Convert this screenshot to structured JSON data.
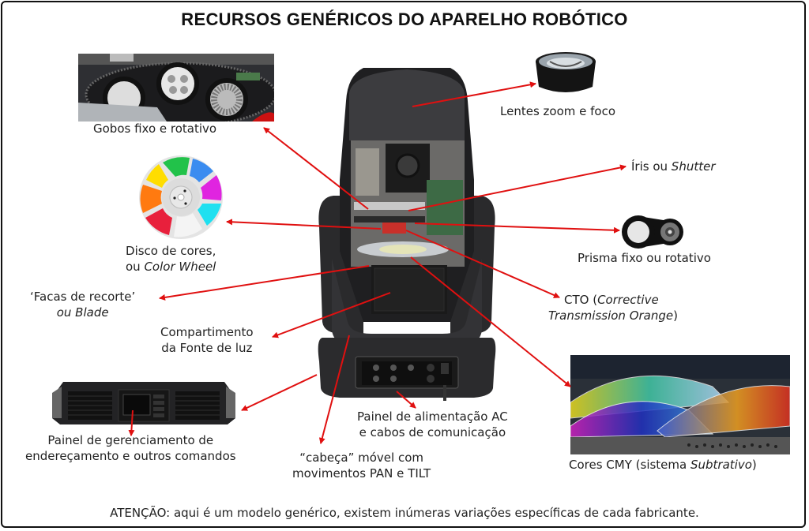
{
  "title": "RECURSOS GENÉRICOS DO APARELHO ROBÓTICO",
  "labels": {
    "gobos": "Gobos fixo e rotativo",
    "lentes": "Lentes zoom e foco",
    "iris_prefix": "Íris ou ",
    "iris_italic": "Shutter",
    "disco_line1": "Disco de cores,",
    "disco_line2_prefix": "ou ",
    "disco_line2_italic": "Color Wheel",
    "prisma": "Prisma fixo ou rotativo",
    "facas_line1": "‘Facas  de recorte’",
    "facas_line2": "ou Blade",
    "cto_prefix": "CTO (",
    "cto_italic1": "Corrective",
    "cto_italic2": "Transmission Orange",
    "cto_suffix": ")",
    "compartimento_line1": "Compartimento",
    "compartimento_line2": "da Fonte de luz",
    "painel_ger_line1": "Painel de gerenciamento de",
    "painel_ger_line2": "endereçamento e outros comandos",
    "painel_ac_line1": "Painel de alimentação AC",
    "painel_ac_line2": "e cabos de comunicação",
    "cabeca_line1": "“cabeça” móvel com",
    "cabeca_line2": "movimentos PAN e TILT",
    "cmy_prefix": "Cores CMY (sistema ",
    "cmy_italic": "Subtrativo",
    "cmy_suffix": ")"
  },
  "footer": "ATENÇÃO: aqui é um modelo genérico, existem inúmeras variações específicas de cada fabricante.",
  "colors": {
    "arrow": "#e01010",
    "border": "#111111",
    "device": "#2b2b2b",
    "color_wheel": [
      "#ffdd00",
      "#22c24a",
      "#3b8cf0",
      "#e024e0",
      "#1fe0f0",
      "#f0f0f0",
      "#e8203c",
      "#ff7a10"
    ]
  }
}
